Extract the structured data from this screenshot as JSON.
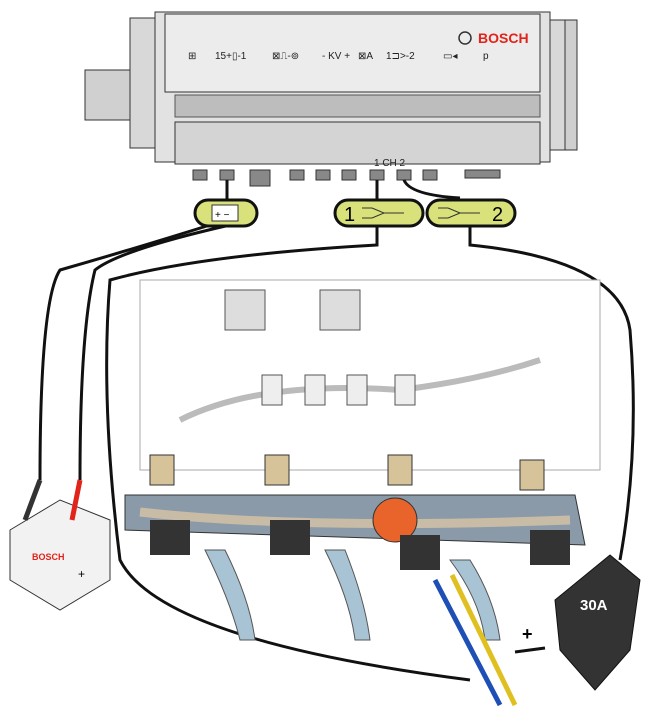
{
  "tester": {
    "brand": "BOSCH",
    "panel_labels": [
      "⊞",
      "15+▯-1",
      "⊠⎍-⊚",
      "- KV +",
      "⊠A",
      "1⊐>-2",
      "▭◂",
      "p"
    ],
    "channel_label": "1 CH 2"
  },
  "connectors": {
    "battery_symbol": "+ −",
    "ch1_number": "1",
    "ch2_number": "2"
  },
  "battery": {
    "brand": "BOSCH",
    "plus": "+"
  },
  "current_clamp": {
    "rating": "30A",
    "direction": "+"
  },
  "colors": {
    "connector_fill": "#d9e27a",
    "tester_body": "#d9d9d9",
    "accent_red": "#e2231a",
    "rail": "#8a9aa8",
    "injector_highlight": "#e8642a"
  }
}
